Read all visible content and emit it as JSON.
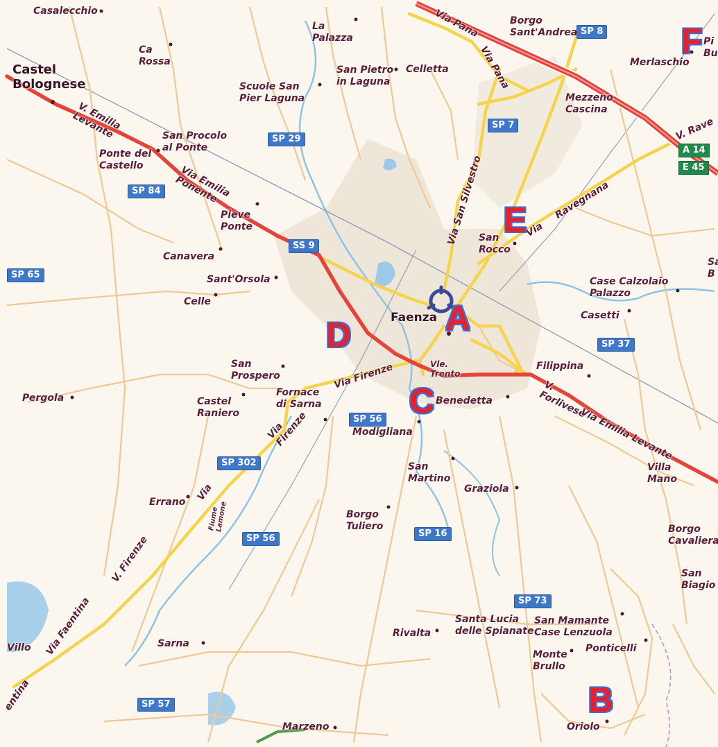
{
  "places": [
    {
      "id": "casalecchio",
      "text": "Casalecchio"
    },
    {
      "id": "castel-bolognese",
      "text": "Castel\nBolognese"
    },
    {
      "id": "ca-rossa",
      "text": "Ca\nRossa"
    },
    {
      "id": "la-palazza",
      "text": "La\nPalazza"
    },
    {
      "id": "san-pietro-in-laguna",
      "text": "San Pietro\nin Laguna"
    },
    {
      "id": "celletta",
      "text": "Celletta"
    },
    {
      "id": "borgo-santandrea",
      "text": "Borgo\nSant'Andrea"
    },
    {
      "id": "merlaschio",
      "text": "Merlaschio"
    },
    {
      "id": "pi-bu",
      "text": "Pi\nBu"
    },
    {
      "id": "mezzeno-cascina",
      "text": "Mezzeno\nCascina"
    },
    {
      "id": "scuole-san-pier-laguna",
      "text": "Scuole San\nPier Laguna"
    },
    {
      "id": "san-procolo-al-ponte",
      "text": "San Procolo\nal Ponte"
    },
    {
      "id": "ponte-del-castello",
      "text": "Ponte del\nCastello"
    },
    {
      "id": "pieve-ponte",
      "text": "Pieve\nPonte"
    },
    {
      "id": "canavera",
      "text": "Canavera"
    },
    {
      "id": "sant-orsola",
      "text": "Sant'Orsola"
    },
    {
      "id": "celle",
      "text": "Celle"
    },
    {
      "id": "san-rocco",
      "text": "San\nRocco"
    },
    {
      "id": "case-calzolaio-palazzo",
      "text": "Case Calzolaio\nPalazzo"
    },
    {
      "id": "casetti",
      "text": "Casetti"
    },
    {
      "id": "sa-b",
      "text": "Sa\nB"
    },
    {
      "id": "faenza",
      "text": "Faenza"
    },
    {
      "id": "viale-trento",
      "text": "Vle.\nTrento"
    },
    {
      "id": "filippina",
      "text": "Filippina"
    },
    {
      "id": "san-prospero",
      "text": "San\nProspero"
    },
    {
      "id": "pergola",
      "text": "Pergola"
    },
    {
      "id": "castel-raniero",
      "text": "Castel\nRaniero"
    },
    {
      "id": "fornace-di-sarna",
      "text": "Fornace\ndi Sarna"
    },
    {
      "id": "modigliana",
      "text": "Modigliana"
    },
    {
      "id": "benedetta",
      "text": "Benedetta"
    },
    {
      "id": "san-martino",
      "text": "San\nMartino"
    },
    {
      "id": "graziola",
      "text": "Graziola"
    },
    {
      "id": "villa-mano",
      "text": "Villa\nMano"
    },
    {
      "id": "borgo-cavaliera",
      "text": "Borgo\nCavaliera"
    },
    {
      "id": "san-biagio",
      "text": "San\nBiagio"
    },
    {
      "id": "errano",
      "text": "Errano"
    },
    {
      "id": "borgo-tuliero",
      "text": "Borgo\nTuliero"
    },
    {
      "id": "santa-lucia-delle-spianate",
      "text": "Santa Lucia\ndelle Spianate"
    },
    {
      "id": "san-mamante-case-lenzuola",
      "text": "San Mamante\nCase Lenzuola"
    },
    {
      "id": "rivalta",
      "text": "Rivalta"
    },
    {
      "id": "monte-brullo",
      "text": "Monte\nBrullo"
    },
    {
      "id": "ponticelli",
      "text": "Ponticelli"
    },
    {
      "id": "oriolo",
      "text": "Oriolo"
    },
    {
      "id": "sarna",
      "text": "Sarna"
    },
    {
      "id": "marzeno",
      "text": "Marzeno"
    },
    {
      "id": "villo",
      "text": "Villo"
    }
  ],
  "road_labels": [
    {
      "id": "v-emilia-levante-west",
      "text": "V. Emilia\nLevante"
    },
    {
      "id": "via-emilia-ponente",
      "text": "Via Emilia\nPonente"
    },
    {
      "id": "via-pana",
      "text": "Via Pana"
    },
    {
      "id": "via-pana-2",
      "text": "Via Pana"
    },
    {
      "id": "via-san-silvestro",
      "text": "Via San Silvestro"
    },
    {
      "id": "via-ravegnana",
      "text": "Via     Ravegnana"
    },
    {
      "id": "v-rave",
      "text": "V. Rave"
    },
    {
      "id": "via-firenze",
      "text": "Via Firenze"
    },
    {
      "id": "v-forlivese",
      "text": "V.\nForlivese"
    },
    {
      "id": "via-emilia-levante",
      "text": "Via Emilia Levante"
    },
    {
      "id": "via-firenze-sw",
      "text": "Via\nFirenze"
    },
    {
      "id": "via-faentina",
      "text": "Via Faentina"
    },
    {
      "id": "v-firenze-sw",
      "text": "V. Firenze"
    },
    {
      "id": "fiume-lamone",
      "text": "Fiume\nLamone"
    },
    {
      "id": "via-label-sw",
      "text": "Via"
    },
    {
      "id": "entina",
      "text": "entina"
    }
  ],
  "road_badges": [
    {
      "id": "sp8",
      "text": "SP 8"
    },
    {
      "id": "sp29",
      "text": "SP 29"
    },
    {
      "id": "sp7",
      "text": "SP 7"
    },
    {
      "id": "sp84",
      "text": "SP 84"
    },
    {
      "id": "ss9",
      "text": "SS 9"
    },
    {
      "id": "sp65",
      "text": "SP 65"
    },
    {
      "id": "sp37",
      "text": "SP 37"
    },
    {
      "id": "sp56-north",
      "text": "SP 56"
    },
    {
      "id": "sp302",
      "text": "SP 302"
    },
    {
      "id": "sp56-south",
      "text": "SP 56"
    },
    {
      "id": "sp16",
      "text": "SP 16"
    },
    {
      "id": "sp73",
      "text": "SP 73"
    },
    {
      "id": "sp57",
      "text": "SP 57"
    }
  ],
  "motorway_shields": [
    "A 14",
    "E 45"
  ],
  "markers": [
    "A",
    "B",
    "C",
    "D",
    "E",
    "F"
  ],
  "colors": {
    "background": "#fbf7ef",
    "main_road": "#e5443a",
    "secondary_road": "#f5d34a",
    "minor_road": "#f1c892",
    "water": "#8fc3e6",
    "railway": "#8a9bb8",
    "urban": "#efe6da",
    "marker_fill": "#e8202a",
    "marker_outline": "#3a6fd8"
  },
  "icons": {
    "center": "roundabout-icon"
  }
}
